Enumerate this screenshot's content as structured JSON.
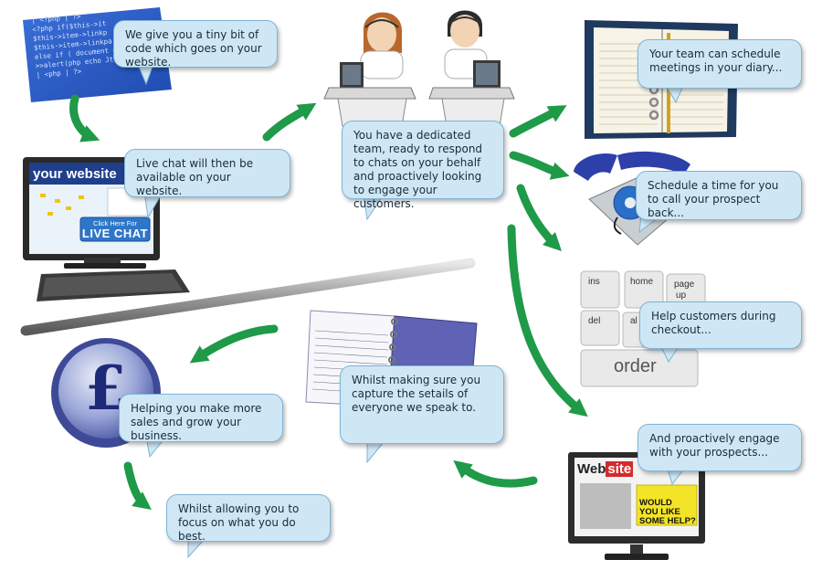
{
  "bubbles": {
    "code": "We give you a tiny bit of code which goes on your website.",
    "livechat": "Live chat will then be available on your website.",
    "team": "You have a dedicated team, ready to respond to chats on your behalf and proactively looking to engage your customers.",
    "meetings": "Your team can schedule meetings in your diary...",
    "call": "Schedule a time for you to call your prospect back...",
    "checkout": "Help customers during checkout...",
    "engage": "And proactively engage with your prospects...",
    "details": "Whilst making sure you capture the setails of everyone we speak to.",
    "sales": "Helping you make more sales and grow your business.",
    "focus": "Whilst allowing you to focus on what you do best."
  },
  "code_lines": [
    "| <?php | ?>",
    "<?php if($this->it",
    "$this->item->linkp",
    "$this->item->linkpa",
    "else if ( document get p",
    ">>alert(php echo Jtal)",
    "| <php | ?>"
  ],
  "website": {
    "header": "your website",
    "button_top": "Click Here For",
    "button_main": "LIVE CHAT"
  },
  "keys": {
    "ins": "ins",
    "home": "home",
    "page": "page",
    "up": "up",
    "del": "del",
    "al": "al",
    "order": "order"
  },
  "monitor2": {
    "web": "Web",
    "site": "site",
    "cta_line1": "WOULD",
    "cta_line2": "YOU LIKE",
    "cta_line3": "SOME HELP?"
  },
  "pound_symbol": "£",
  "colors": {
    "arrow": "#1f9a48",
    "bubble": "#cfe7f5",
    "bubble_border": "#7fb3d4"
  }
}
